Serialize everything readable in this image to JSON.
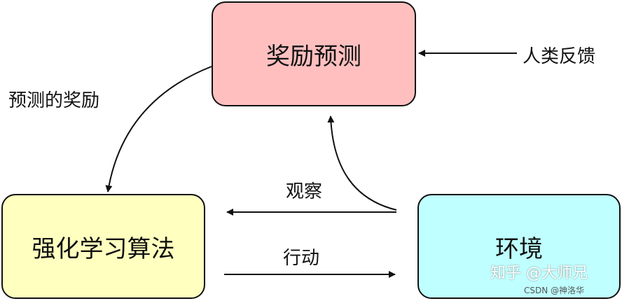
{
  "nodes": {
    "reward_prediction": {
      "label": "奖励预测",
      "color": "#ffbfbf"
    },
    "rl_algorithm": {
      "label": "强化学习算法",
      "color": "#ffffbf"
    },
    "environment": {
      "label": "环境",
      "color": "#bfffff"
    }
  },
  "edges": {
    "human_feedback": "人类反馈",
    "predicted_reward": "预测的奖励",
    "observation": "观察",
    "action": "行动"
  },
  "watermark": {
    "main": "知乎 @大师兄",
    "sub": "CSDN @神洛华"
  }
}
